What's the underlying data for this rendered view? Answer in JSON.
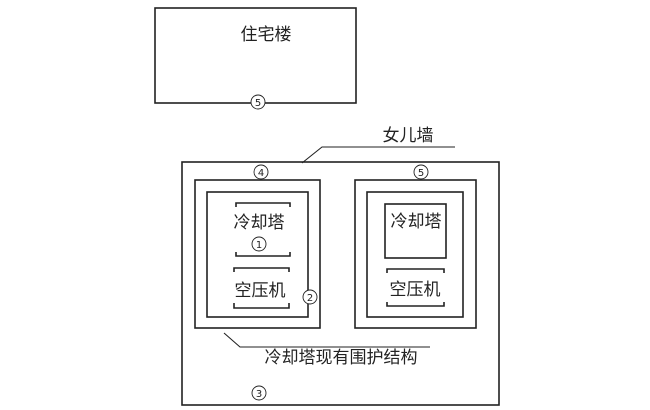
{
  "building": {
    "label": "住宅楼",
    "marker": "5"
  },
  "parapet": {
    "label": "女儿墙",
    "marker": "3"
  },
  "left_unit": {
    "marker_top": "4",
    "marker_side": "2",
    "cooling_tower": "冷却塔",
    "cooling_marker": "1",
    "compressor": "空压机"
  },
  "right_unit": {
    "marker_top": "5",
    "cooling_tower": "冷却塔",
    "compressor": "空压机"
  },
  "enclosure_label": "冷却塔现有围护结构"
}
